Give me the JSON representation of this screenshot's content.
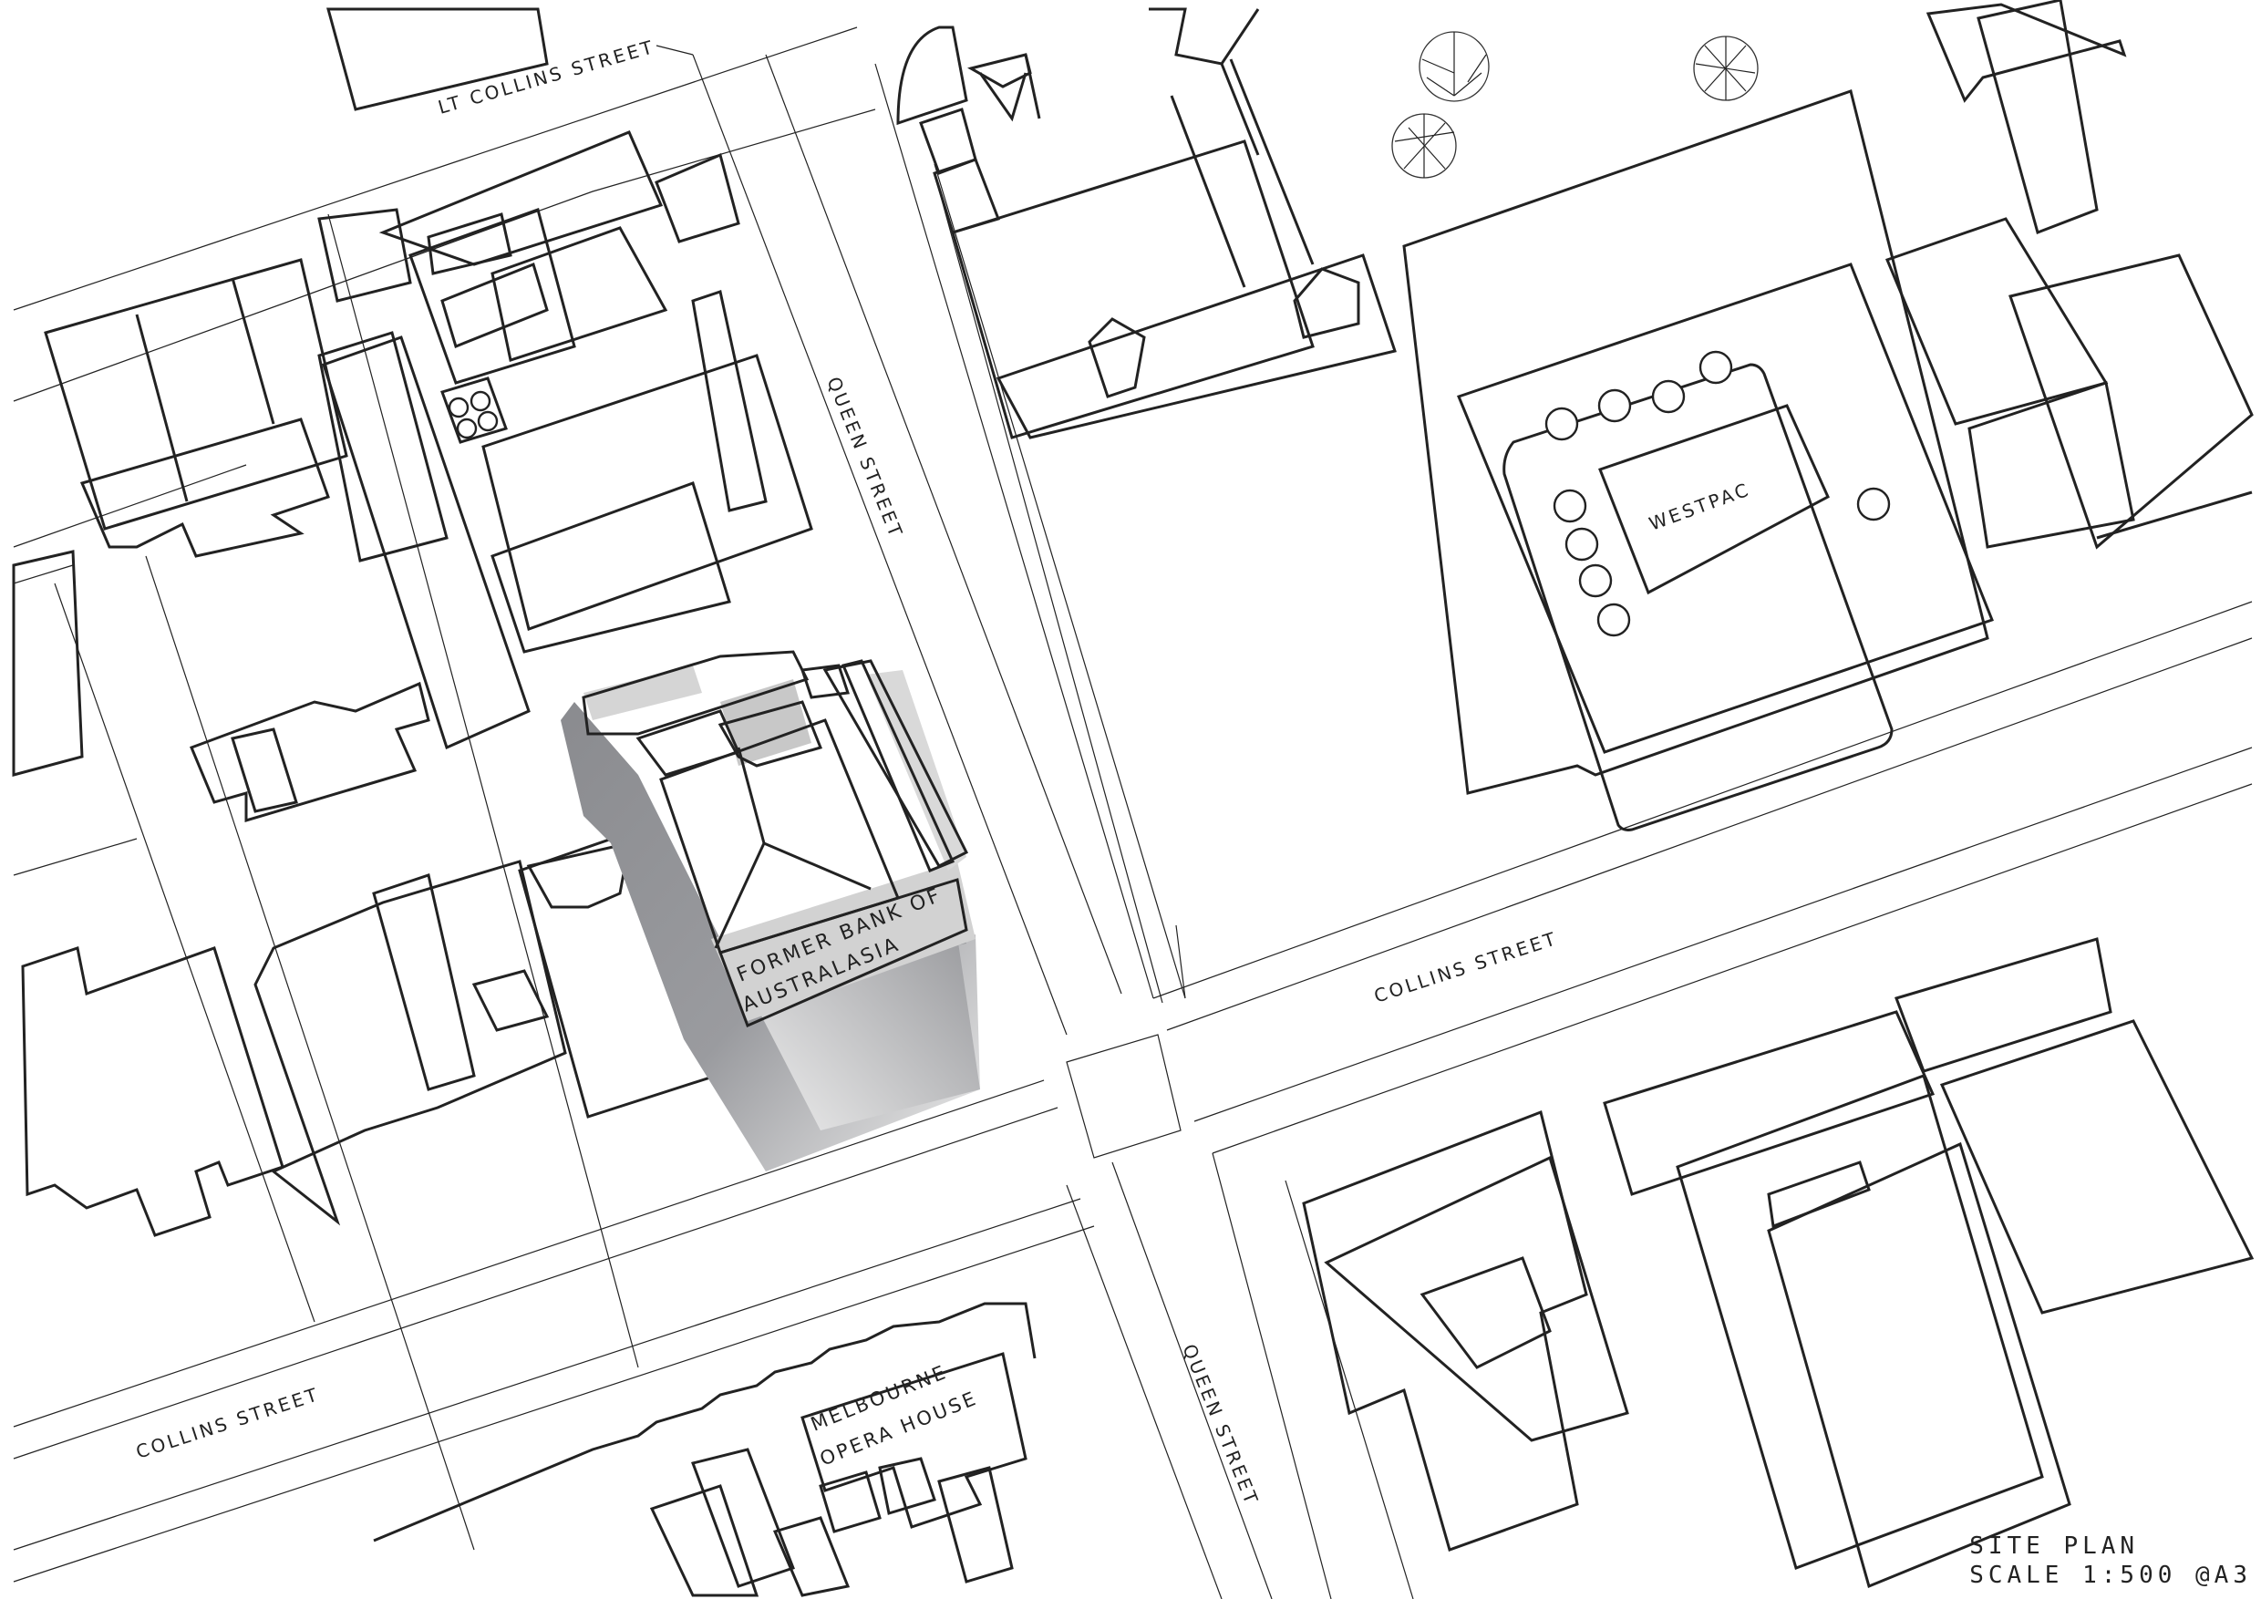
{
  "drawing": {
    "title": "SITE PLAN",
    "scale": "SCALE 1:500 @A3"
  },
  "streets": {
    "lt_collins": "LT COLLINS STREET",
    "queen_north": "QUEEN STREET",
    "queen_south": "QUEEN STREET",
    "collins_east": "COLLINS STREET",
    "collins_west": "COLLINS STREET"
  },
  "buildings": {
    "subject_line1": "FORMER BANK OF",
    "subject_line2": "AUSTRALASIA",
    "westpac": "WESTPAC",
    "opera_line1": "MELBOURNE",
    "opera_line2": "OPERA HOUSE"
  },
  "colors": {
    "linework": "#222222",
    "shadow_dark": "#8a8b8f",
    "shadow_light": "#e6e6e6",
    "highlight": "#c8c8c8",
    "background": "#ffffff"
  }
}
